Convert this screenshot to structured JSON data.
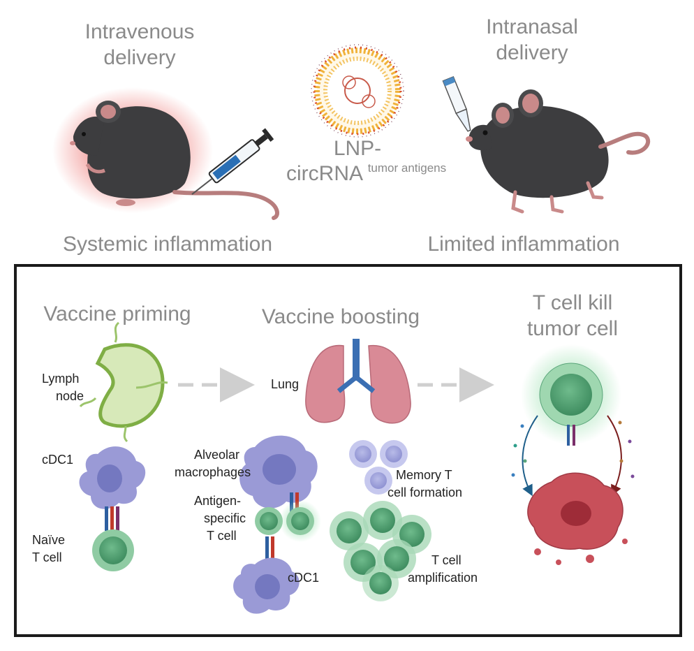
{
  "top": {
    "iv_line1": "Intravenous",
    "iv_line2": "delivery",
    "in_line1": "Intranasal",
    "in_line2": "delivery",
    "lnp_line1": "LNP-",
    "lnp_line2": "circRNA",
    "lnp_sup": "tumor antigens",
    "systemic": "Systemic inflammation",
    "limited": "Limited inflammation"
  },
  "panel": {
    "priming": "Vaccine priming",
    "boosting": "Vaccine boosting",
    "kill_line1": "T cell kill",
    "kill_line2": "tumor cell",
    "lymph_line1": "Lymph",
    "lymph_line2": "node",
    "lung": "Lung",
    "cdc1_left": "cDC1",
    "naive_line1": "Naïve",
    "naive_line2": "T cell",
    "alveolar_line1": "Alveolar",
    "alveolar_line2": "macrophages",
    "antigen_line1": "Antigen-",
    "antigen_line2": "specific",
    "antigen_line3": "T cell",
    "cdc1_mid": "cDC1",
    "memory_line1": "Memory T",
    "memory_line2": "cell formation",
    "amp_line1": "T cell",
    "amp_line2": "amplification"
  },
  "colors": {
    "mouse": "#3d3d3f",
    "inflammation": "#e53935",
    "lymph": "#d7e9b9",
    "lung": "#d98a96",
    "dc": "#9a9ad6",
    "tcell": "#5aa57a",
    "tumor": "#c8505a",
    "arrow": "#cfcfcf"
  }
}
